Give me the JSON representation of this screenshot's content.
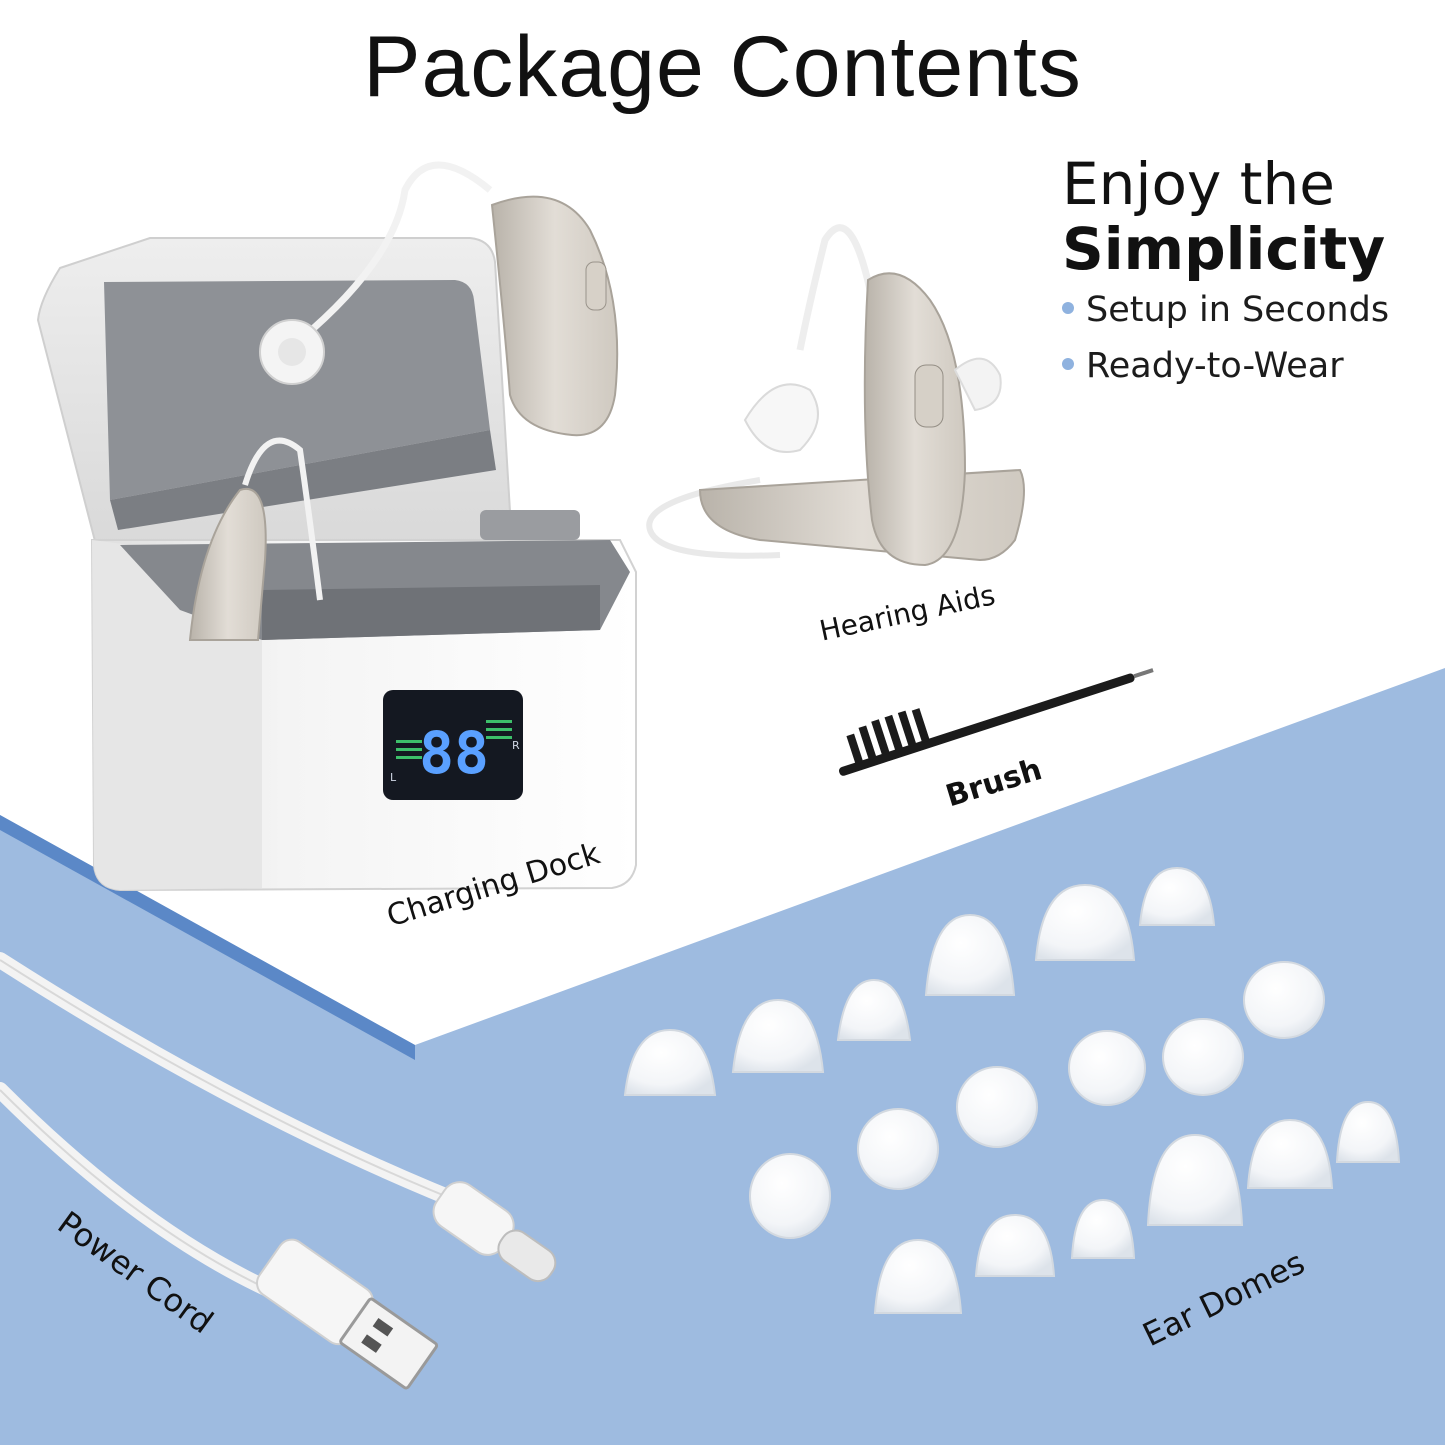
{
  "title": "Package Contents",
  "tagline": {
    "line1": "Enjoy the",
    "line2": "Simplicity",
    "bullets": [
      "Setup in Seconds",
      "Ready-to-Wear"
    ]
  },
  "labels": {
    "charging_dock": "Charging Dock",
    "hearing_aids": "Hearing Aids",
    "brush": "Brush",
    "power_cord": "Power Cord",
    "ear_domes": "Ear Domes"
  },
  "dock_display": {
    "digits": "88",
    "left": "L",
    "right": "R"
  },
  "colors": {
    "background_blue": "#9ebbe0",
    "bullet": "#8fb2df",
    "display_digits": "#5aa0ff"
  }
}
